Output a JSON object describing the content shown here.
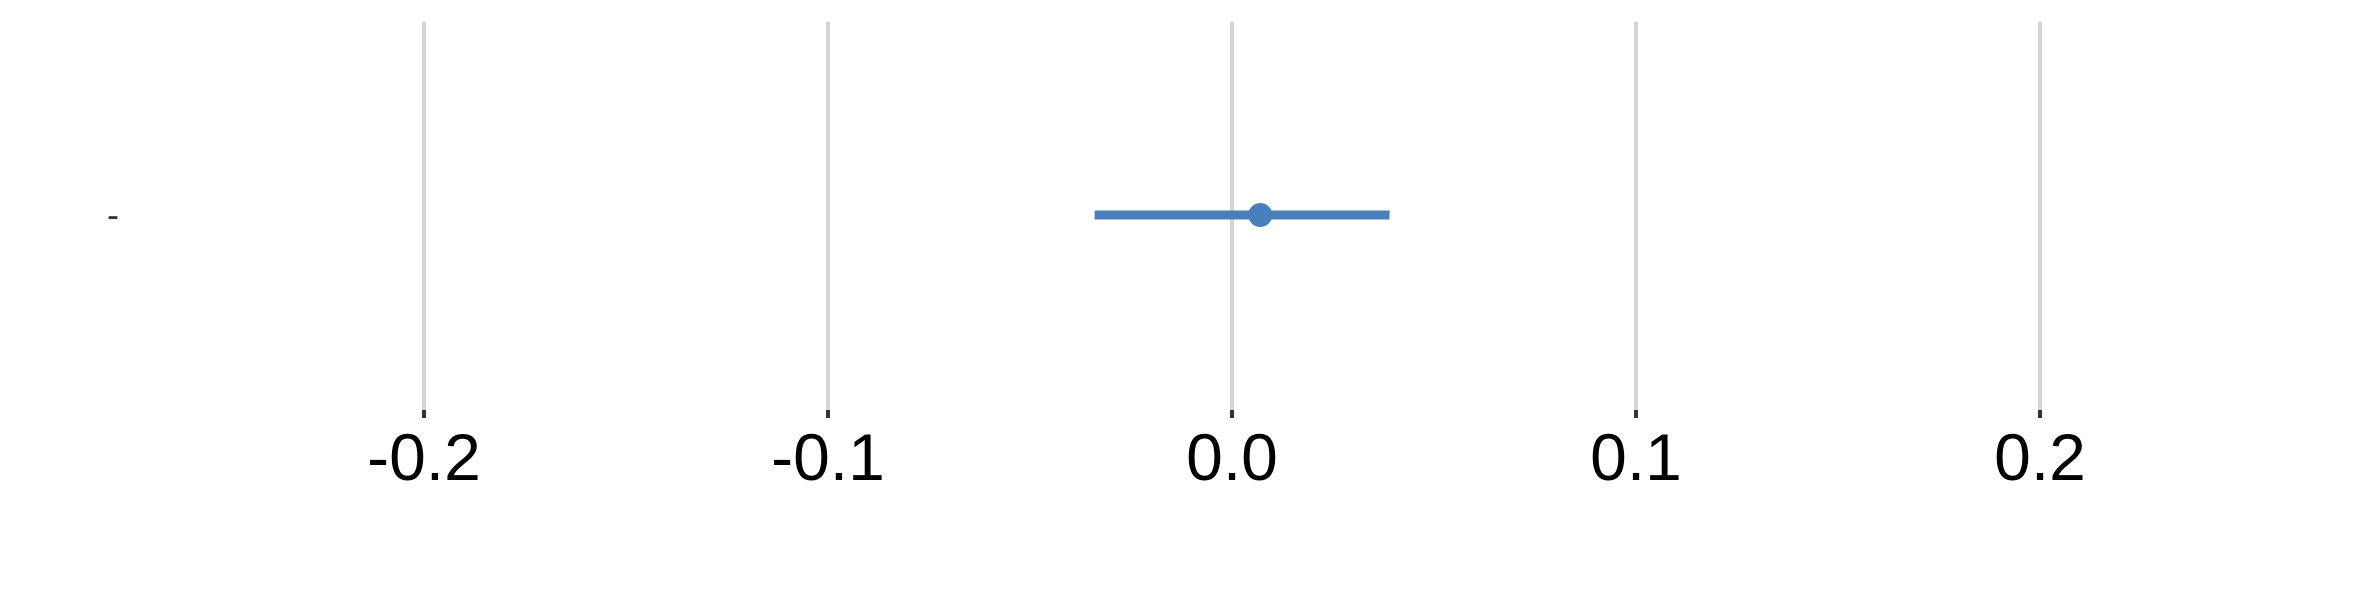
{
  "chart_data": {
    "type": "forest",
    "title": "",
    "xlabel": "",
    "ylabel": "",
    "x_ticks": [
      -0.2,
      -0.1,
      0.0,
      0.1,
      0.2
    ],
    "x_tick_labels": [
      "-0.2",
      "-0.1",
      "0.0",
      "0.1",
      "0.2"
    ],
    "xlim": [
      -0.3,
      0.28
    ],
    "grid": true,
    "legend": "none",
    "series": [
      {
        "categories": [
          "-"
        ],
        "estimate": [
          0.007
        ],
        "lower": [
          -0.034
        ],
        "upper": [
          0.039
        ],
        "color": "#4a7fbd"
      }
    ]
  }
}
